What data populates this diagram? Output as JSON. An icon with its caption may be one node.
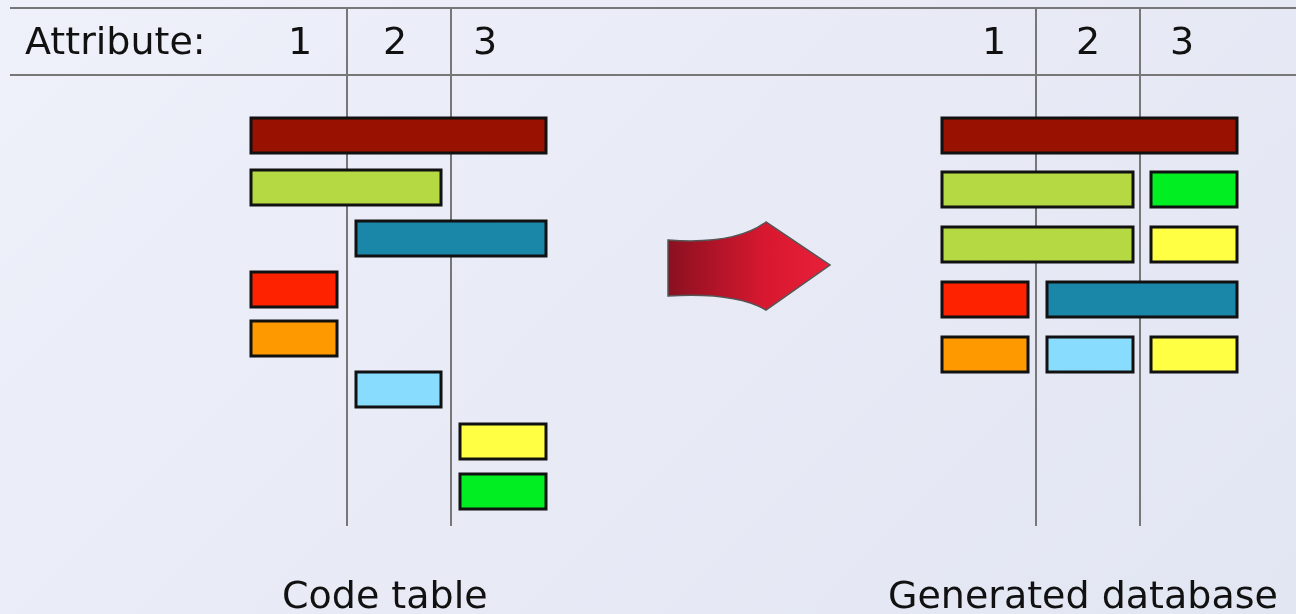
{
  "diagram": {
    "labels": [
      "Attribute:",
      "1",
      "2",
      "3",
      "1",
      "2",
      "3",
      "Code table",
      "Generated database"
    ]
  }
}
